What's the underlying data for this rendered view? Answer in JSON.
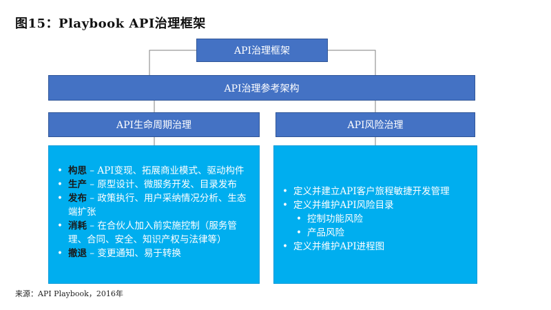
{
  "figure_title": "图15：Playbook API治理框架",
  "root_label": "API治理框架",
  "reference_label": "API治理参考架构",
  "lifecycle": {
    "label": "API生命周期治理",
    "items": [
      {
        "key": "构思",
        "text": " – API变现、拓展商业模式、驱动构件"
      },
      {
        "key": "生产",
        "text": " – 原型设计、微服务开发、目录发布"
      },
      {
        "key": "发布",
        "text": " – 政策执行、用户采纳情况分析、生态端扩张"
      },
      {
        "key": "消耗",
        "text": " – 在合伙人加入前实施控制（服务管理、合同、安全、知识产权与法律等）"
      },
      {
        "key": "撤退",
        "text": " – 变更通知、易于转换"
      }
    ]
  },
  "risk": {
    "label": "API风险治理",
    "items": [
      "定义并建立API客户旅程敏捷开发管理",
      "定义并维护API风险目录",
      "控制功能风险",
      "产品风险",
      "定义并维护API进程图"
    ]
  },
  "footer": "来源：API Playbook，2016年",
  "colors": {
    "dark_box": "#4472c4",
    "light_panel": "#00aeef",
    "connector": "#7f7f7f"
  }
}
